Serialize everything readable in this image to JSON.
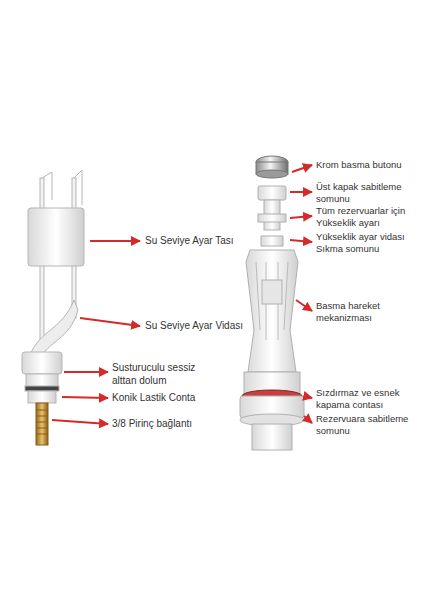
{
  "diagram": {
    "labels": [
      "Su Seviye Ayar Tası",
      "Su Seviye Ayar Vidası",
      "Susturuculu sessiz alttan dolum",
      "Konik Lastik Conta",
      "3/8 Pirinç bağlantı",
      "Krom basma butonu",
      "Üst kapak sabitleme somunu",
      "Tüm rezervuarlar için Yükseklik ayarı",
      "Yükseklik ayar vidası Sıkma somunu",
      "Basma hareket mekanizması",
      "Sızdırmaz ve esnek kapama contası",
      "Rezervuara sabitleme somunu"
    ]
  }
}
